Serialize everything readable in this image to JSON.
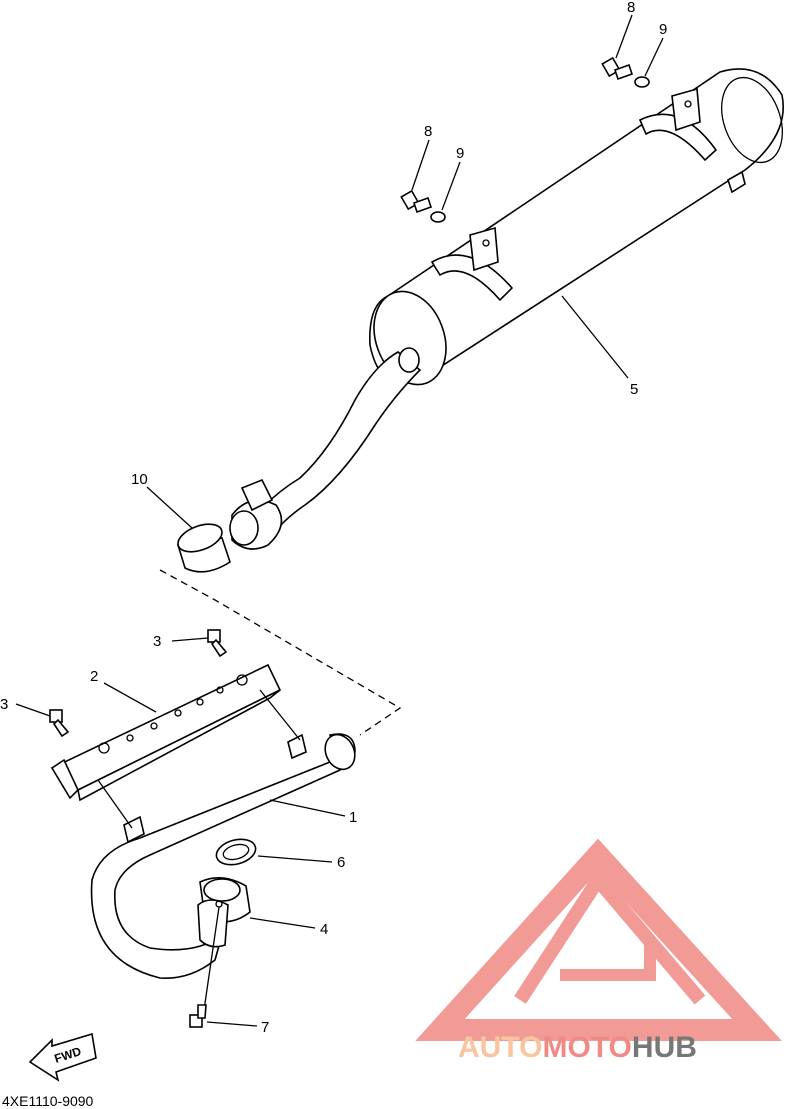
{
  "diagram_code": "4XE1110-9090",
  "fwd_arrow_label": "FWD",
  "watermark": {
    "part1": "AUTO",
    "part2": "MOTO",
    "part3": "HUB",
    "color_light": "#f7c59f",
    "color_red": "#f08a84",
    "color_dark": "#777777"
  },
  "callouts": {
    "c1": "1",
    "c2": "2",
    "c3a": "3",
    "c3b": "3",
    "c4": "4",
    "c5": "5",
    "c6": "6",
    "c7": "7",
    "c8a": "8",
    "c8b": "8",
    "c9a": "9",
    "c9b": "9",
    "c10": "10"
  }
}
